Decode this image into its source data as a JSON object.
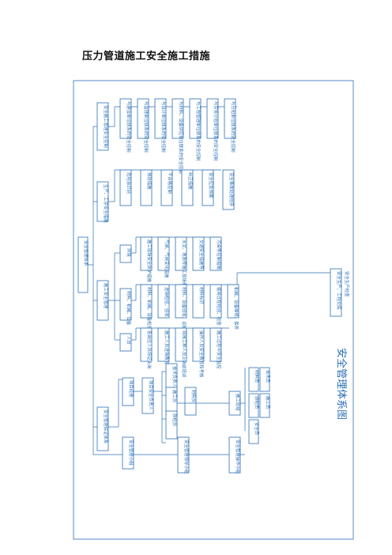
{
  "title": "压力管道施工安全施工措施",
  "root": "安全管理体系",
  "big_title": "安全管理体系图",
  "branches": {
    "top": {
      "header": "安全施工管理安全控制",
      "items": [
        "与建设单位联系的安全控制",
        "与监理单位联系的安全控制",
        "与设计单位联系的安全控制",
        "与材料、设备供应单位联系的安全控制",
        "与工程管理单位联系的安全控制",
        "与劳务分包单位联系的安全控制",
        "与分包单位联系的安全控制"
      ]
    },
    "second": {
      "header": "生产、工序安全措施",
      "items": [
        "危险源识别",
        "预防措施",
        "不合格控制",
        "纠正措施",
        "安全应急预案",
        "安全事故处理程序"
      ]
    },
    "third": {
      "header": "施工安全管理",
      "groups": [
        {
          "label": "环境",
          "items": [
            "施工现场安全防护措施",
            "气候、气候变化措施",
            "水文、地质等施工现场条件",
            "交通安全措施等",
            "污染等控制措施"
          ]
        },
        {
          "label": "材料、机械、设备",
          "items": [
            "材料、机械、设备检验",
            "进场检验、验收",
            "材料、设备验收、运输",
            "材料标识",
            "使用过程检验、检查",
            "机械、设备维修、保养"
          ]
        },
        {
          "label": "人员",
          "items": [
            "各岗位人员持证上岗",
            "施工人员进场教育",
            "特殊工种人员上岗前培训",
            "操作人员安全教育和考核",
            "施工过程中安全监控"
          ]
        }
      ],
      "footer": [
        "安全生产、工程交底",
        "安全生产检查"
      ]
    },
    "fourth": {
      "header": "安全管理保证体系",
      "manager": "项目经理",
      "deputy": "项目安全负责人",
      "staff": [
        "技术负责人",
        "施工员",
        "质检员",
        "材料员"
      ],
      "team": "施工班组",
      "workers": [
        "安全员",
        "施工员",
        "技术员",
        "质检员",
        "材料员"
      ]
    },
    "fifth": {
      "items": [
        "安全管理小组",
        "安全管理领导小组",
        "安全管理操作小组"
      ]
    }
  }
}
